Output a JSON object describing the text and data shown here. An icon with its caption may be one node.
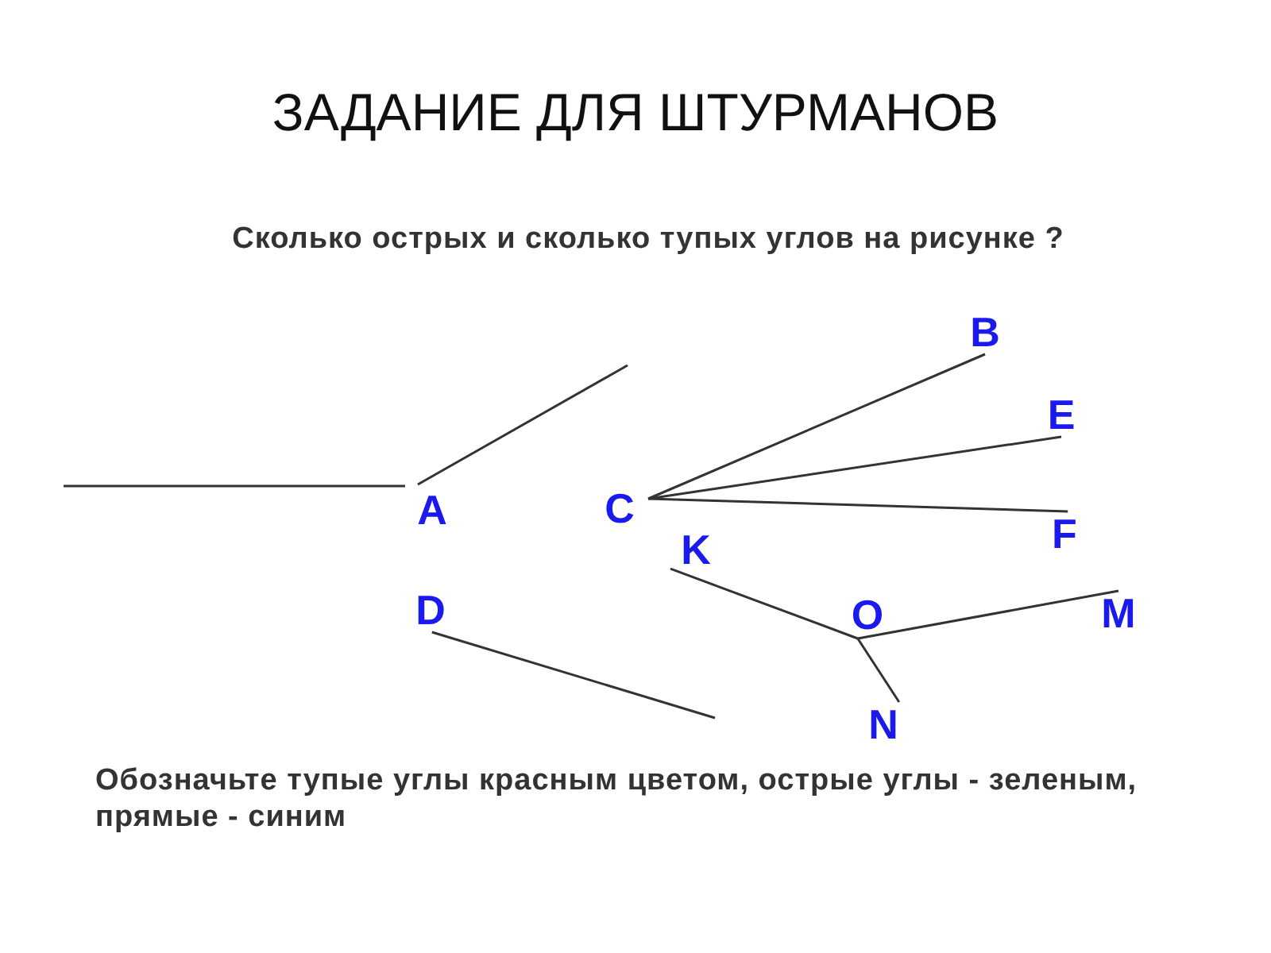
{
  "diagram": {
    "title": "ЗАДАНИЕ ДЛЯ ШТУРМАНОВ",
    "nodes": [
      {
        "text": [
          "B"
        ]
      },
      {
        "text": [
          "E"
        ]
      },
      {
        "text": [
          "A"
        ]
      },
      {
        "text": [
          "C"
        ]
      },
      {
        "text": [
          "F"
        ]
      },
      {
        "text": [
          "K"
        ]
      },
      {
        "text": [
          "D"
        ]
      },
      {
        "text": [
          "O"
        ]
      },
      {
        "text": [
          "M"
        ]
      },
      {
        "text": [
          "N"
        ]
      }
    ],
    "edges": [
      {
        "from": null,
        "to": 2,
        "arrow": "none"
      },
      {
        "from": 2,
        "to": null,
        "arrow": "none"
      },
      {
        "from": 3,
        "to": 0,
        "arrow": "none"
      },
      {
        "from": 3,
        "to": 1,
        "arrow": "none"
      },
      {
        "from": 3,
        "to": 4,
        "arrow": "none"
      },
      {
        "from": 7,
        "to": 5,
        "arrow": "none"
      },
      {
        "from": 7,
        "to": 8,
        "arrow": "none"
      },
      {
        "from": 7,
        "to": 9,
        "arrow": "none"
      },
      {
        "from": 6,
        "to": null,
        "arrow": "none"
      }
    ],
    "labels": [
      "Сколько острых и сколько тупых углов на рисунке ?",
      "Обозначьте тупые углы красным цветом, острые углы - зеленым, прямые - синим"
    ]
  }
}
